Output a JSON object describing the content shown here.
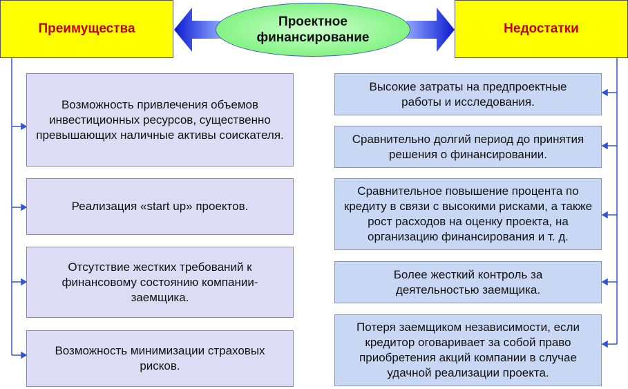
{
  "center": {
    "line1": "Проектное",
    "line2": "финансирование"
  },
  "left_header": "Преимущества",
  "right_header": "Недостатки",
  "advantages": [
    "Возможность привлечения объемов инвестиционных ресурсов, существенно превышающих наличные активы соискателя.",
    "Реализация «start up» проектов.",
    "Отсутствие жестких требований к финансовому состоянию компании-заемщика.",
    "Возможность минимизации страховых рисков."
  ],
  "disadvantages": [
    "Высокие затраты на предпроектные работы и исследования.",
    "Сравнительно долгий период до принятия решения о финансировании.",
    "Сравнительное повышение процента по кредиту в связи с высокими рисками, а также рост расходов на оценку проекта, на организацию финансирования и т. д.",
    "Более жесткий контроль за деятельностью заемщика.",
    "Потеря заемщиком независимости, если кредитор оговаривает за собой право приобретения акций компании в случае удачной реализации проекта."
  ],
  "colors": {
    "header_fill": "#ffff00",
    "header_text": "#c00000",
    "ellipse_fill": "#66ee66",
    "arrow": "#1a2fe0",
    "connector": "#3355cc"
  }
}
